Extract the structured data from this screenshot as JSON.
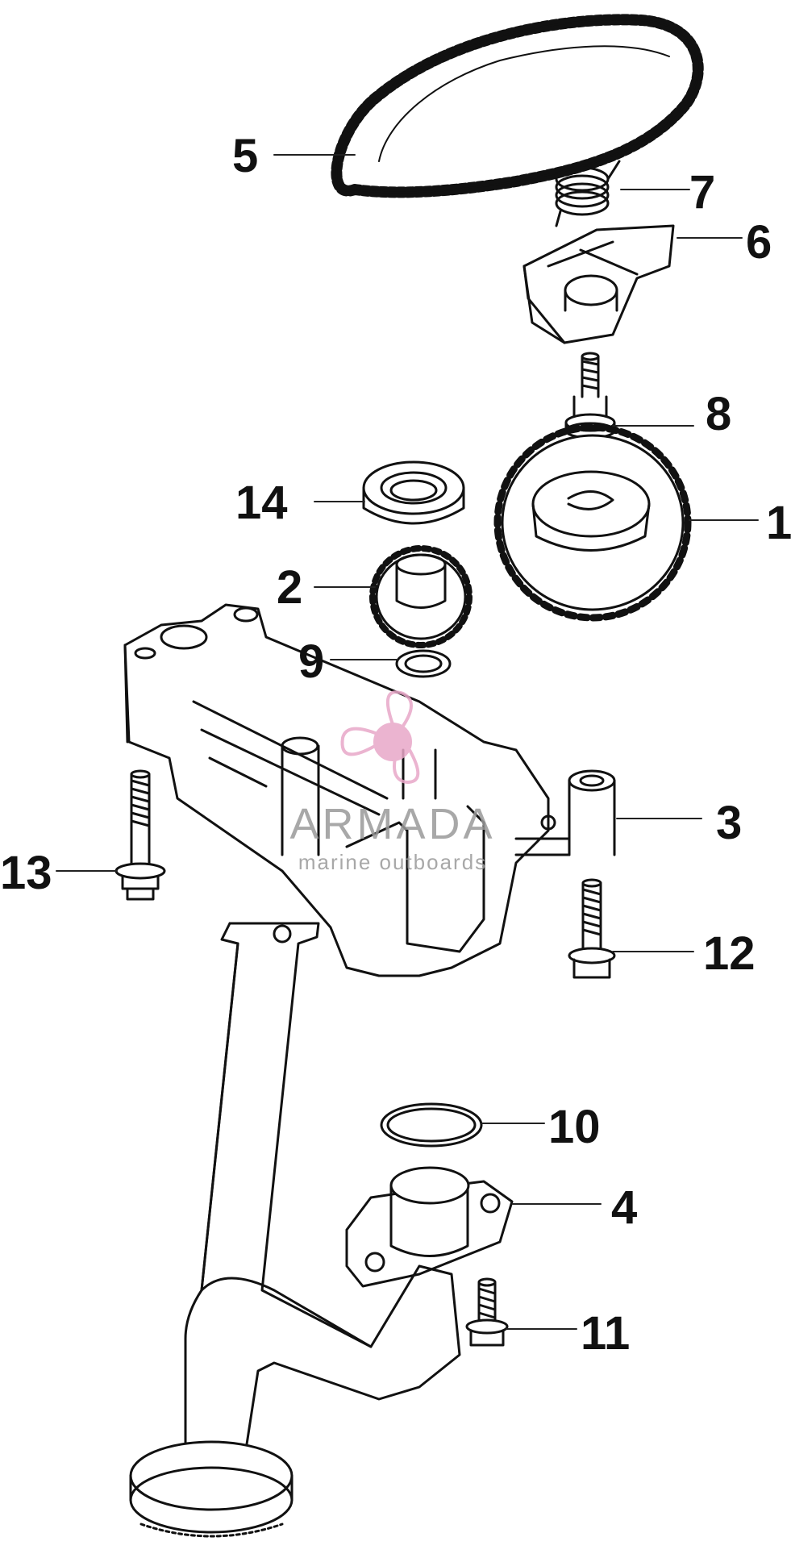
{
  "callouts": [
    "1",
    "2",
    "3",
    "4",
    "5",
    "6",
    "7",
    "8",
    "9",
    "10",
    "11",
    "12",
    "13",
    "14"
  ],
  "watermark": {
    "brand": "ARMADA",
    "tagline": "marine outboards"
  },
  "colors": {
    "line": "#111111",
    "leader": "#222222",
    "fill": "#ffffff",
    "watermark": "#e8a7c8",
    "watermark_text": "#9a9a9a"
  }
}
